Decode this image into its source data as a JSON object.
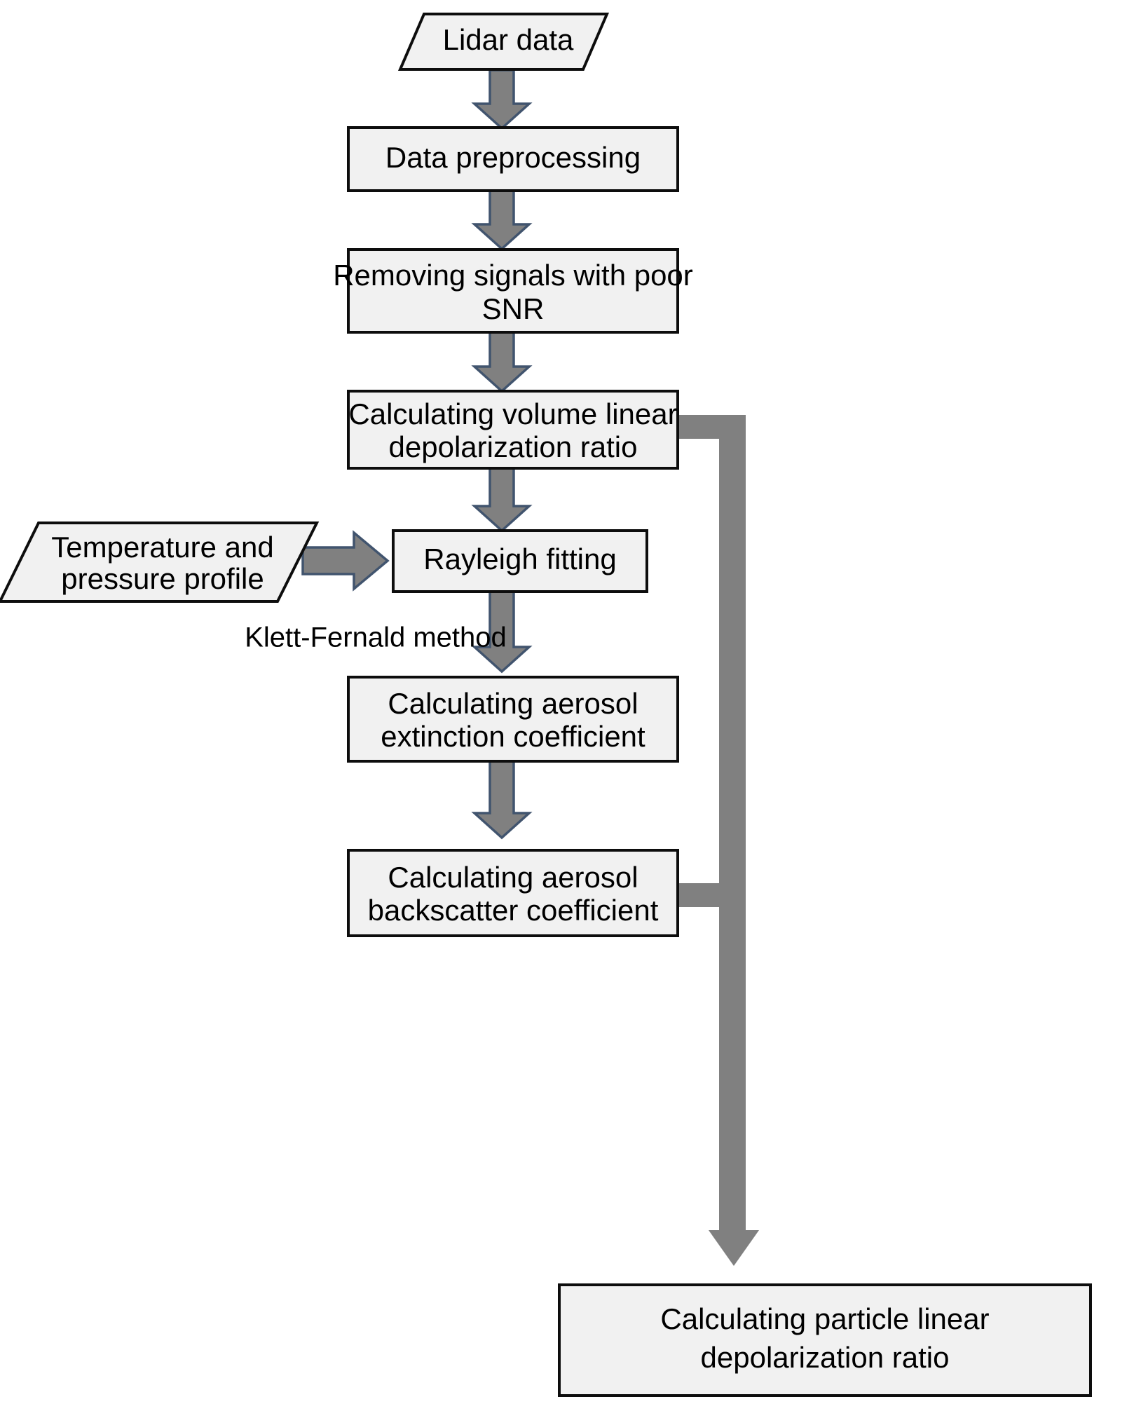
{
  "diagram": {
    "title": "Lidar data processing flowchart",
    "colors": {
      "node_fill": "#f1f1f1",
      "node_stroke": "#0d0d0d",
      "arrow_fill": "#808080",
      "arrow_stroke": "#41546e",
      "background": "#ffffff",
      "text": "#000000"
    },
    "nodes": [
      {
        "id": "lidar-data",
        "shape": "parallelogram",
        "lines": [
          "Lidar data"
        ]
      },
      {
        "id": "data-preprocessing",
        "shape": "rectangle",
        "lines": [
          "Data preprocessing"
        ]
      },
      {
        "id": "removing-signals",
        "shape": "rectangle",
        "lines": [
          "Removing signals with poor",
          "SNR"
        ]
      },
      {
        "id": "volume-depol",
        "shape": "rectangle",
        "lines": [
          "Calculating volume linear",
          "depolarization ratio"
        ]
      },
      {
        "id": "temperature-pressure",
        "shape": "parallelogram",
        "lines": [
          "Temperature and",
          "pressure profile"
        ]
      },
      {
        "id": "rayleigh-fitting",
        "shape": "rectangle",
        "lines": [
          "Rayleigh fitting"
        ]
      },
      {
        "id": "aerosol-extinction",
        "shape": "rectangle",
        "lines": [
          "Calculating aerosol",
          "extinction coefficient"
        ]
      },
      {
        "id": "aerosol-backscatter",
        "shape": "rectangle",
        "lines": [
          "Calculating aerosol",
          "backscatter coefficient"
        ]
      },
      {
        "id": "particle-depol",
        "shape": "rectangle",
        "lines": [
          "Calculating particle linear",
          "depolarization ratio"
        ]
      }
    ],
    "edge_labels": [
      {
        "id": "klett-fernald",
        "text": "Klett-Fernald method"
      }
    ]
  },
  "labels": {
    "lidar_data": "Lidar data",
    "data_preprocessing": "Data preprocessing",
    "removing_signals_l1": "Removing signals with poor",
    "removing_signals_l2": "SNR",
    "volume_depol_l1": "Calculating volume linear",
    "volume_depol_l2": "depolarization ratio",
    "temperature_pressure_l1": "Temperature and",
    "temperature_pressure_l2": "pressure profile",
    "rayleigh_fitting": "Rayleigh fitting",
    "aerosol_extinction_l1": "Calculating aerosol",
    "aerosol_extinction_l2": "extinction coefficient",
    "aerosol_backscatter_l1": "Calculating aerosol",
    "aerosol_backscatter_l2": "backscatter coefficient",
    "particle_depol_l1": "Calculating particle linear",
    "particle_depol_l2": "depolarization ratio",
    "klett_fernald": "Klett-Fernald method"
  }
}
